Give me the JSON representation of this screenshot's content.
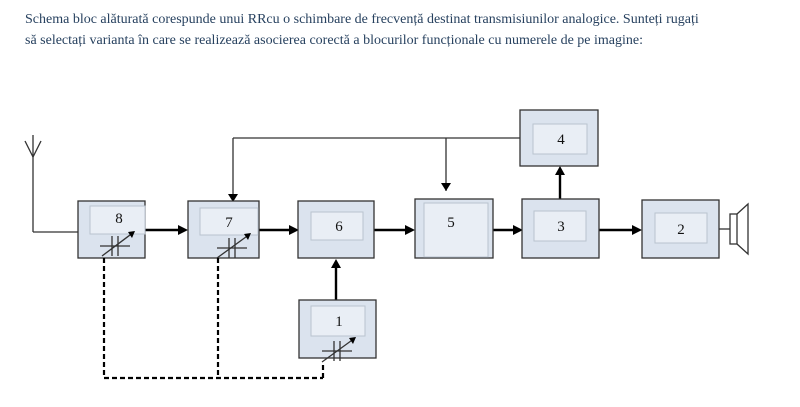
{
  "question": {
    "line1": "Schema bloc alăturată corespunde unui RRcu o schimbare de frecvență destinat transmisiunilor analogice. Sunteți rugați",
    "line2": "să selectați varianta în care se realizează asocierea corectă a blocurilor funcționale cu numerele de pe imagine:"
  },
  "blocks": {
    "b1": "1",
    "b2": "2",
    "b3": "3",
    "b4": "4",
    "b5": "5",
    "b6": "6",
    "b7": "7",
    "b8": "8"
  },
  "colors": {
    "text": "#27415f",
    "block_fill": "#dbe3ee",
    "block_border": "#333333",
    "wire": "#000000"
  },
  "icons": {
    "antenna": "antenna-icon",
    "speaker": "speaker-icon",
    "variable_capacitor": "variable-capacitor-icon"
  }
}
